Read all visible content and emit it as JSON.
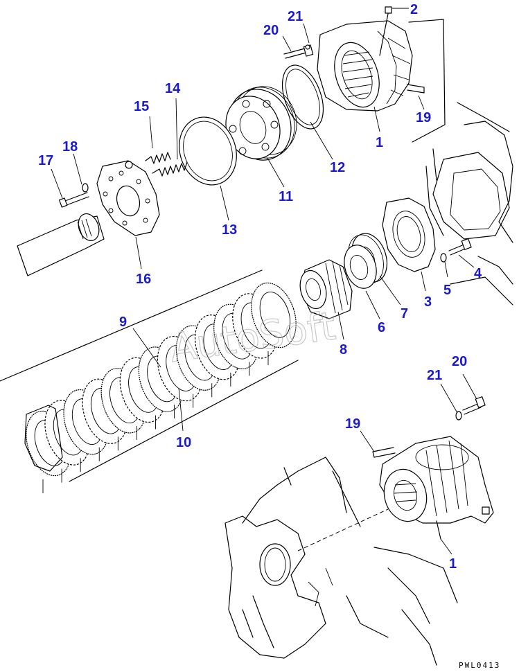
{
  "diagram": {
    "drawing_code": "PWL0413",
    "watermark": "AutoSoft",
    "label_color": "#1a1acc",
    "callouts": [
      {
        "id": "c2",
        "text": "2"
      },
      {
        "id": "c21a",
        "text": "21"
      },
      {
        "id": "c20a",
        "text": "20"
      },
      {
        "id": "c19a",
        "text": "19"
      },
      {
        "id": "c1a",
        "text": "1"
      },
      {
        "id": "c14",
        "text": "14"
      },
      {
        "id": "c15",
        "text": "15"
      },
      {
        "id": "c12",
        "text": "12"
      },
      {
        "id": "c18",
        "text": "18"
      },
      {
        "id": "c17",
        "text": "17"
      },
      {
        "id": "c11",
        "text": "11"
      },
      {
        "id": "c13",
        "text": "13"
      },
      {
        "id": "c16",
        "text": "16"
      },
      {
        "id": "c4",
        "text": "4"
      },
      {
        "id": "c5",
        "text": "5"
      },
      {
        "id": "c3",
        "text": "3"
      },
      {
        "id": "c7",
        "text": "7"
      },
      {
        "id": "c6",
        "text": "6"
      },
      {
        "id": "c8",
        "text": "8"
      },
      {
        "id": "c9",
        "text": "9"
      },
      {
        "id": "c10",
        "text": "10"
      },
      {
        "id": "c20b",
        "text": "20"
      },
      {
        "id": "c21b",
        "text": "21"
      },
      {
        "id": "c19b",
        "text": "19"
      },
      {
        "id": "c1b",
        "text": "1"
      }
    ]
  }
}
